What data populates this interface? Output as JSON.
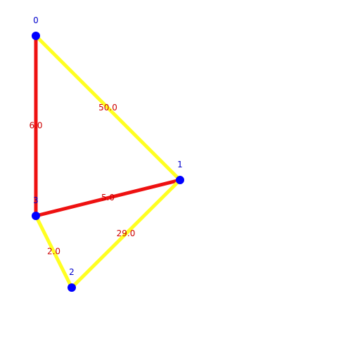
{
  "graph": {
    "colors": {
      "node": "#0000ff",
      "node_label": "#0000cc",
      "weight_label": "#cc0000",
      "highlight_edge": "#ee1111",
      "normal_edge": "#ffff22",
      "normal_edge_stroke": "#e6e600"
    },
    "nodes": [
      {
        "id": "0",
        "label": "0"
      },
      {
        "id": "1",
        "label": "1"
      },
      {
        "id": "2",
        "label": "2"
      },
      {
        "id": "3",
        "label": "3"
      }
    ],
    "edges": [
      {
        "source": "0",
        "target": "1",
        "weight": "50.0",
        "highlighted": false
      },
      {
        "source": "0",
        "target": "3",
        "weight": "6.0",
        "highlighted": true
      },
      {
        "source": "3",
        "target": "1",
        "weight": "5.0",
        "highlighted": true
      },
      {
        "source": "3",
        "target": "2",
        "weight": "2.0",
        "highlighted": false
      },
      {
        "source": "2",
        "target": "1",
        "weight": "29.0",
        "highlighted": false
      }
    ]
  }
}
